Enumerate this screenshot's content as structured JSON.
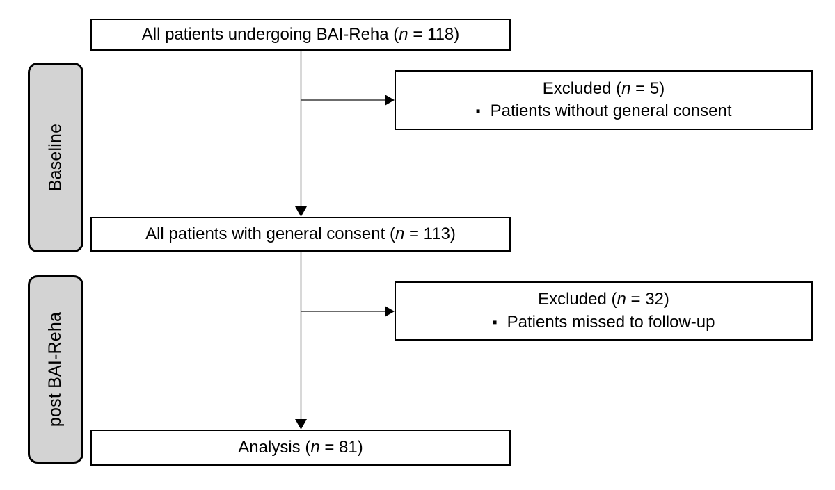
{
  "flow": {
    "colors": {
      "border": "#000000",
      "box_fill": "#ffffff",
      "stage_fill": "#d3d3d3",
      "text": "#000000",
      "connector": "#3c3c3c",
      "connector_head": "#000000"
    },
    "stages": [
      {
        "label": "Baseline"
      },
      {
        "label": "post BAI-Reha"
      }
    ],
    "nodes": {
      "undergoing": {
        "pre": "All patients undergoing BAI-Reha (",
        "n": "n",
        "post": " = 118)"
      },
      "consent": {
        "pre": "All patients with general consent (",
        "n": "n",
        "post": " = 113)"
      },
      "analysis": {
        "pre": "Analysis (",
        "n": "n",
        "post": " = 81)"
      },
      "excluded_baseline": {
        "title_pre": "Excluded (",
        "n": "n",
        "title_post": " = 5)",
        "bullet_glyph": "▪",
        "bullet_text": "Patients without general consent"
      },
      "excluded_post": {
        "title_pre": "Excluded (",
        "n": "n",
        "title_post": " = 32)",
        "bullet_glyph": "▪",
        "bullet_text": "Patients missed to follow-up"
      }
    }
  }
}
